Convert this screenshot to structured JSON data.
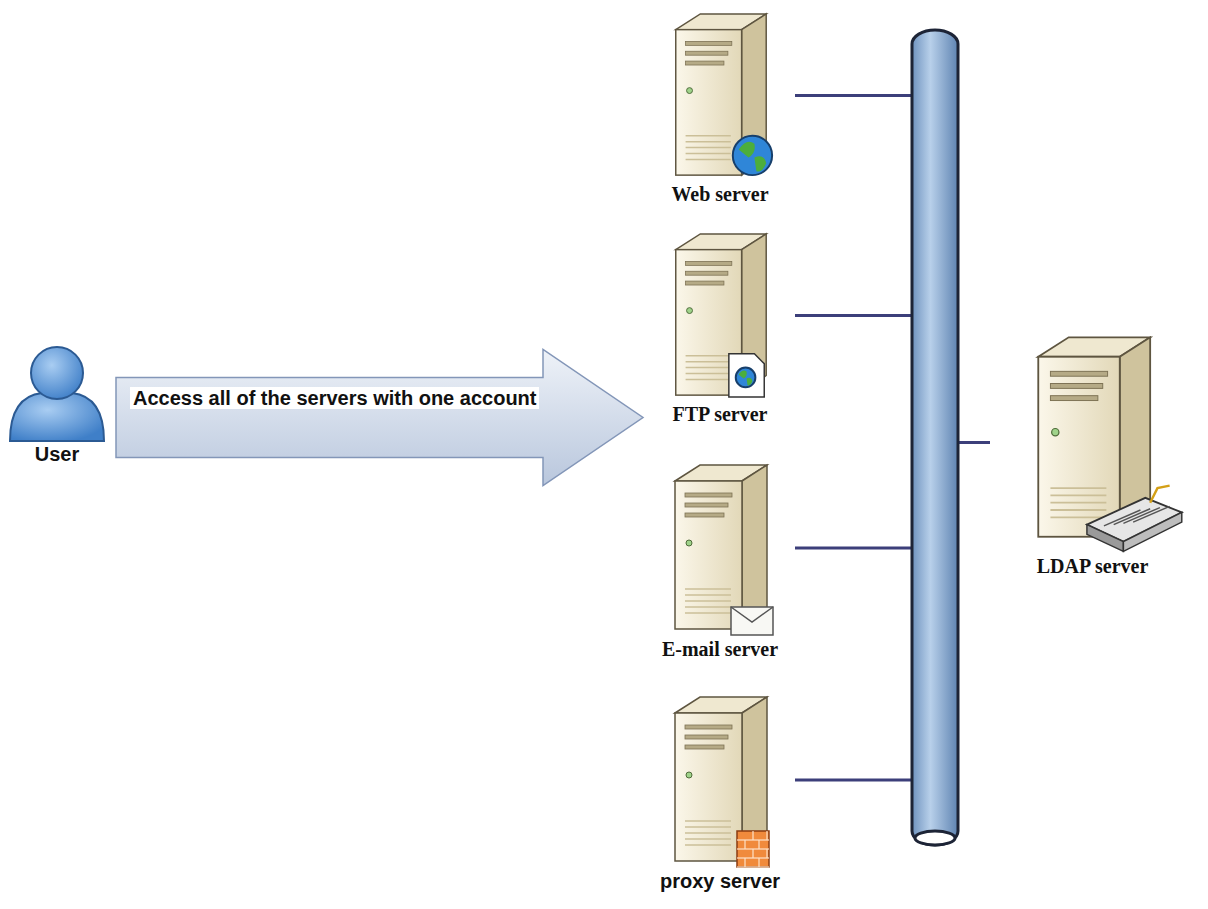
{
  "diagram": {
    "nodes": [
      {
        "text": [
          "User"
        ]
      },
      {
        "text": [
          "Web server"
        ]
      },
      {
        "text": [
          "FTP server"
        ]
      },
      {
        "text": [
          "E-mail server"
        ]
      },
      {
        "text": [
          "proxy server"
        ]
      },
      {
        "text": [
          "LDAP server"
        ]
      }
    ],
    "edges": [
      {
        "from": 0,
        "to": 2,
        "arrow": "to",
        "label": "Access all of the servers with one account"
      },
      {
        "from": 1,
        "to": 5,
        "arrow": "none"
      },
      {
        "from": 2,
        "to": 5,
        "arrow": "none"
      },
      {
        "from": 3,
        "to": 5,
        "arrow": "none"
      },
      {
        "from": 4,
        "to": 5,
        "arrow": "none"
      }
    ]
  }
}
